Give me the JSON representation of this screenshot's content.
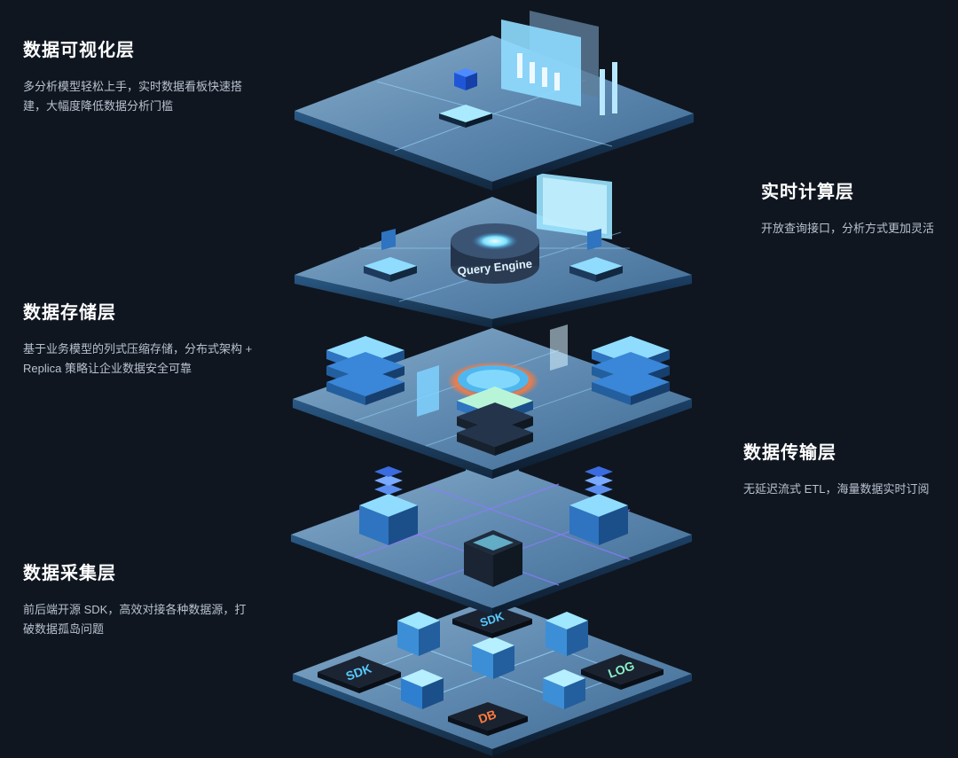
{
  "layers": {
    "visualization": {
      "title": "数据可视化层",
      "desc": "多分析模型轻松上手，实时数据看板快速搭\n建，大幅度降低数据分析门槛"
    },
    "compute": {
      "title": "实时计算层",
      "desc": "开放查询接口，分析方式更加灵活"
    },
    "storage": {
      "title": "数据存储层",
      "desc": "基于业务模型的列式压缩存储，分布式架构 +\nReplica 策略让企业数据安全可靠"
    },
    "transfer": {
      "title": "数据传输层",
      "desc": "无延迟流式 ETL，海量数据实时订阅"
    },
    "collect": {
      "title": "数据采集层",
      "desc": "前后端开源 SDK，高效对接各种数据源，打\n破数据孤岛问题"
    }
  },
  "tiles": {
    "query_engine": "Query Engine",
    "sdk": "SDK",
    "log": "LOG",
    "db": "DB",
    "sdk_top": "SDK"
  },
  "colors": {
    "background": "#0f1620",
    "platform_top": "#5f89b0",
    "platform_side": "#1d3a5c",
    "glow": "#7fe3ff",
    "accent_orange": "#ff7a3c"
  }
}
